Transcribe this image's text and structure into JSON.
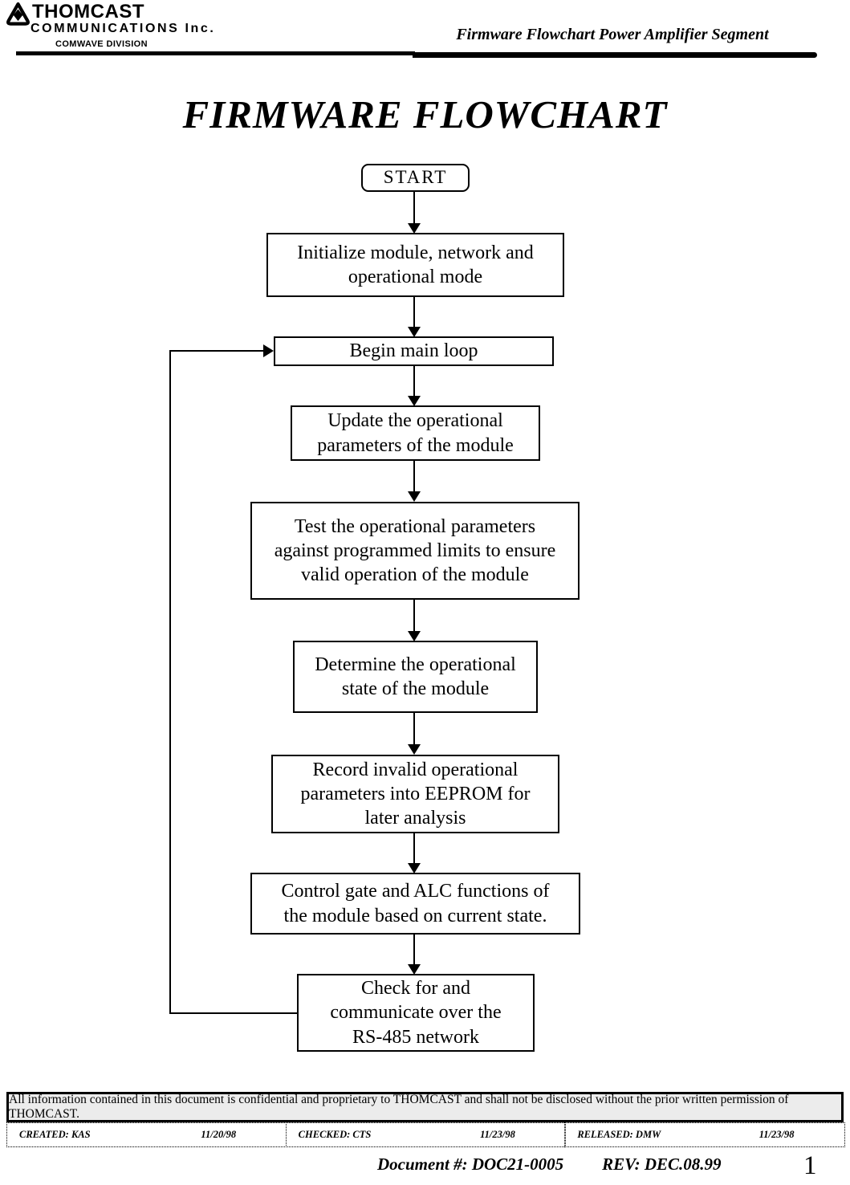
{
  "header": {
    "brand": "THOMCAST",
    "brand_sub": "COMMUNICATIONS Inc.",
    "division": "COMWAVE DIVISION",
    "doc_title": "Firmware Flowchart Power Amplifier Segment"
  },
  "title": "FIRMWARE FLOWCHART",
  "flowchart": {
    "steps": [
      {
        "id": "start",
        "shape": "rounded-rect",
        "label": "START"
      },
      {
        "id": "init",
        "shape": "rect",
        "label": "Initialize module, network and\noperational mode"
      },
      {
        "id": "begin",
        "shape": "rect",
        "label": "Begin main loop"
      },
      {
        "id": "update",
        "shape": "rect",
        "label": "Update the operational\nparameters of the module"
      },
      {
        "id": "test",
        "shape": "rect",
        "label": "Test the operational parameters\nagainst programmed limits to ensure\nvalid operation of the module"
      },
      {
        "id": "determine",
        "shape": "rect",
        "label": "Determine the operational\nstate of the module"
      },
      {
        "id": "record",
        "shape": "rect",
        "label": "Record invalid operational\nparameters into EEPROM for\nlater analysis"
      },
      {
        "id": "control",
        "shape": "rect",
        "label": "Control gate and ALC functions of\nthe module based on current state."
      },
      {
        "id": "check",
        "shape": "rect",
        "label": "Check for and\ncommunicate over the\nRS-485 network"
      }
    ],
    "loop": "check -> begin"
  },
  "footer": {
    "confidentiality": "All information contained in this document is confidential and proprietary to THOMCAST and shall not be disclosed without the prior written permission of THOMCAST.",
    "approvals": [
      {
        "label": "CREATED: KAS",
        "date": "11/20/98"
      },
      {
        "label": "CHECKED: CTS",
        "date": "11/23/98"
      },
      {
        "label": "RELEASED: DMW",
        "date": "11/23/98"
      }
    ],
    "document_number": "Document #: DOC21-0005",
    "revision": "REV: DEC.08.99",
    "page_number": "1"
  },
  "colors": {
    "ink": "#000000",
    "paper": "#ffffff",
    "conf_box_bg": "#ececec"
  }
}
